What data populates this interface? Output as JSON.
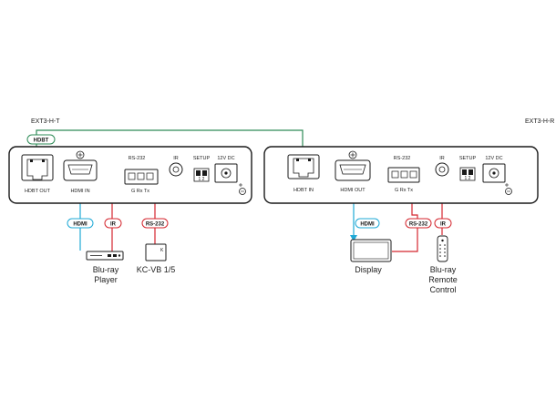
{
  "devices": {
    "transmitter": {
      "model": "EXT3-H-T",
      "ports": {
        "hdbt_out": "HDBT OUT",
        "hdmi_in": "HDMI IN",
        "rs232": "RS-232",
        "rs232_pins": "G  Rx  Tx",
        "ir": "IR",
        "setup": "SETUP",
        "setup_pins": "1 2",
        "power": "12V DC"
      }
    },
    "receiver": {
      "model": "EXT3-H-R",
      "ports": {
        "hdbt_in": "HDBT IN",
        "hdmi_out": "HDMI OUT",
        "rs232": "RS-232",
        "rs232_pins": "G  Rx  Tx",
        "ir": "IR",
        "setup": "SETUP",
        "setup_pins": "1 2",
        "power": "12V DC"
      }
    }
  },
  "cable_tags": {
    "hdbt": "HDBT",
    "tx_hdmi": "HDMI",
    "tx_ir": "IR",
    "tx_rs232": "RS-232",
    "rx_hdmi": "HDMI",
    "rx_rs232": "RS-232",
    "rx_ir": "IR"
  },
  "peripherals": {
    "bluray_line1": "Blu-ray",
    "bluray_line2": "Player",
    "controller": "KC-VB 1/5",
    "display": "Display",
    "remote_line1": "Blu-ray",
    "remote_line2": "Remote",
    "remote_line3": "Control"
  },
  "colors": {
    "hdbt_cable": "#2e8b57",
    "hdmi_cable": "#1fa9d6",
    "ir_rs232_cable": "#d4262e",
    "device_outline": "#1a1a1a"
  }
}
